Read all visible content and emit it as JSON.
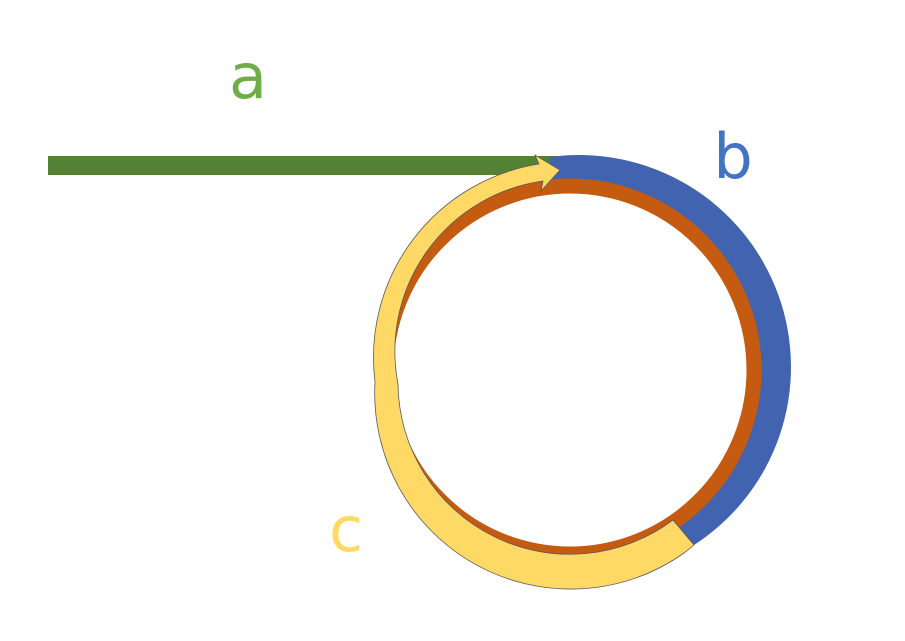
{
  "labels": {
    "a": "a",
    "b": "b",
    "c": "c"
  },
  "colors": {
    "segment_a": "#548235",
    "segment_b": "#4263b0",
    "segment_c": "#ffd966",
    "segment_c_outline": "#595959",
    "ring": "#c55a11",
    "label_a": "#70ad47",
    "label_b": "#4472c4",
    "label_c": "#ffd966"
  }
}
